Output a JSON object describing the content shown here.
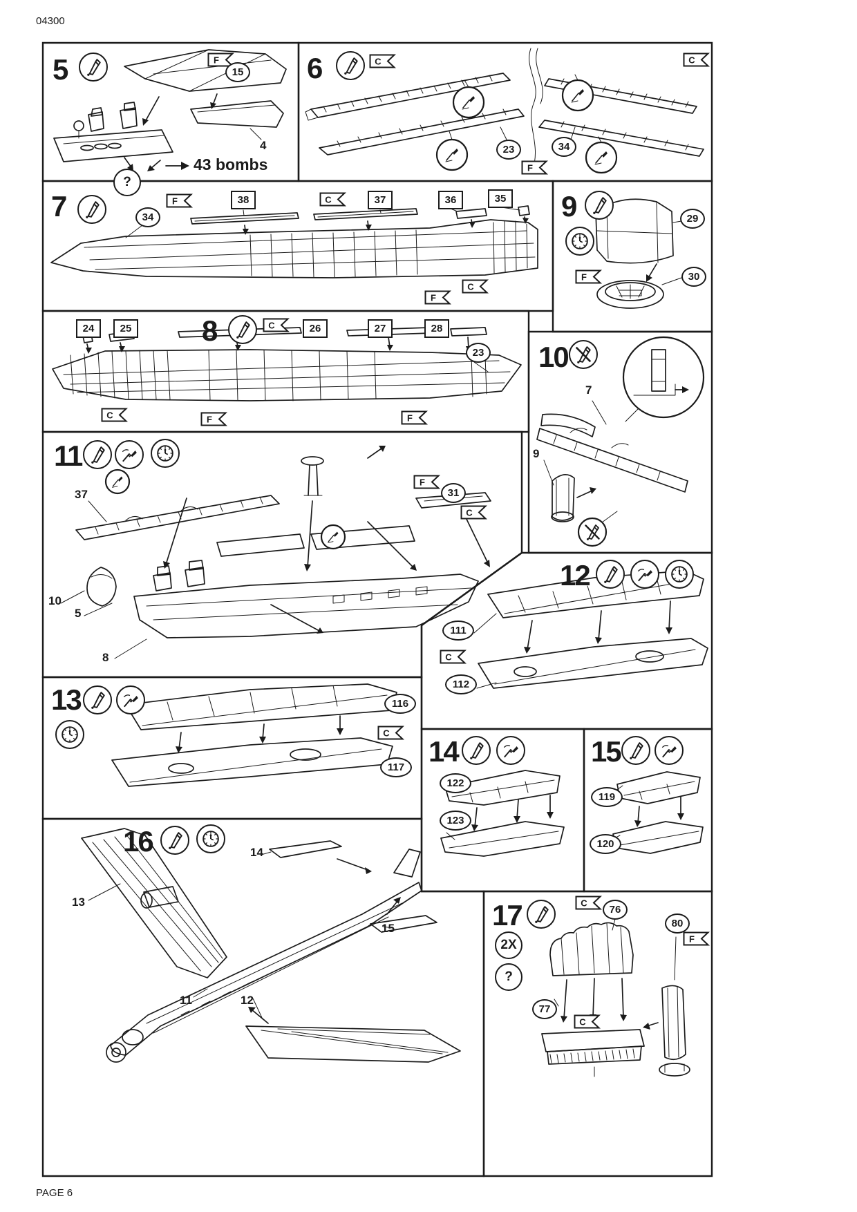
{
  "page": {
    "code": "04300",
    "footer": "PAGE 6"
  },
  "colors": {
    "ink": "#1b1b1b",
    "paper": "#ffffff"
  },
  "symbols": {
    "glue-icon": "apply glue",
    "no-glue-icon": "do not glue",
    "paint-icon": "paint part",
    "clock-icon": "allow to dry",
    "question-icon": "optional choice",
    "detail-circle": "glue application detail"
  },
  "steps": {
    "s5": {
      "number": "5",
      "flags": [
        "F"
      ],
      "circled": [
        "15"
      ],
      "plain": [
        "4"
      ],
      "question": "?",
      "note": "43 bombs"
    },
    "s6": {
      "number": "6",
      "flags": [
        "C",
        "C",
        "F"
      ],
      "circled": [
        "23",
        "34"
      ]
    },
    "s7": {
      "number": "7",
      "flags": [
        "F",
        "C",
        "C",
        "F"
      ],
      "circled": [
        "34"
      ],
      "boxed": [
        "38",
        "37",
        "36",
        "35"
      ]
    },
    "s8": {
      "number": "8",
      "flags": [
        "C",
        "C",
        "F",
        "F"
      ],
      "circled": [
        "23"
      ],
      "boxed": [
        "24",
        "25",
        "26",
        "27",
        "28"
      ]
    },
    "s9": {
      "number": "9",
      "flags": [
        "F"
      ],
      "circled": [
        "29",
        "30"
      ]
    },
    "s10": {
      "number": "10",
      "plain": [
        "7",
        "9"
      ]
    },
    "s11": {
      "number": "11",
      "flags": [
        "F",
        "C"
      ],
      "circled": [
        "31"
      ],
      "plain": [
        "37",
        "10",
        "5",
        "8"
      ]
    },
    "s12": {
      "number": "12",
      "flags": [
        "C"
      ],
      "circled": [
        "111",
        "112"
      ]
    },
    "s13": {
      "number": "13",
      "flags": [
        "C"
      ],
      "circled": [
        "116",
        "117"
      ]
    },
    "s14": {
      "number": "14",
      "circled": [
        "122",
        "123"
      ]
    },
    "s15": {
      "number": "15",
      "circled": [
        "119",
        "120"
      ]
    },
    "s16": {
      "number": "16",
      "plain": [
        "14",
        "13",
        "15",
        "11",
        "12"
      ]
    },
    "s17": {
      "number": "17",
      "flags": [
        "C",
        "F",
        "C"
      ],
      "circled": [
        "76",
        "80",
        "77"
      ],
      "multiplier": "2X",
      "question": "?"
    }
  }
}
